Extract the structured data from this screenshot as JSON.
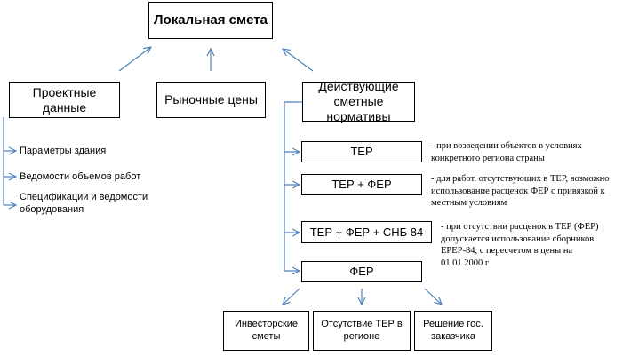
{
  "colors": {
    "line": "#4f81bd",
    "border": "#000000"
  },
  "root": {
    "label": "Локальная смета"
  },
  "sources": {
    "project": {
      "label": "Проектные данные"
    },
    "market": {
      "label": "Рыночные цены"
    },
    "norms": {
      "label": "Действующие сметные нормативы"
    }
  },
  "project_items": [
    "Параметры здания",
    "Ведомости объемов работ",
    "Спецификации и ведомости оборудования"
  ],
  "norms_items": [
    {
      "label": "ТЕР",
      "note": "- при возведении объектов в условиях конкретного региона страны"
    },
    {
      "label": "ТЕР + ФЕР",
      "note": "- для работ, отсутствующих в ТЕР, возможно использование расценок ФЕР с привязкой к местным условиям"
    },
    {
      "label": "ТЕР + ФЕР + СНБ 84",
      "note": "- при отсутствии расценок в ТЕР (ФЕР) допускается использование сборников ЕРЕР-84, с пересчетом в цены на 01.01.2000 г"
    },
    {
      "label": "ФЕР",
      "note": ""
    }
  ],
  "fer_cases": [
    "Инвесторские сметы",
    "Отсутствие ТЕР в регионе",
    "Решение гос. заказчика"
  ]
}
